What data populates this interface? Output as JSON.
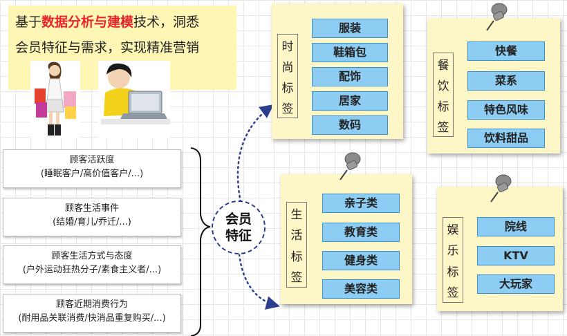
{
  "intro": {
    "line1_pre": "基于",
    "line1_highlight": "数据分析与建模",
    "line1_post": "技术，洞悉",
    "line2": "会员特征与需求，实现精准营销"
  },
  "center": {
    "line1": "会员",
    "line2": "特征"
  },
  "segments": [
    {
      "title": "顾客活跃度",
      "detail": "(睡眠客户/高价值客户/...)"
    },
    {
      "title": "顾客生活事件",
      "detail": "(结婚/育儿/乔迁/...)"
    },
    {
      "title": "顾客生活方式与态度",
      "detail": "(户外运动狂热分子/素食主义者/...)"
    },
    {
      "title": "顾客近期消费行为",
      "detail": "(耐用品关联消费/快消品重复购买/...)"
    }
  ],
  "groups": {
    "fashion": {
      "label": [
        "时",
        "尚",
        "标",
        "签"
      ],
      "tags": [
        "服装",
        "鞋箱包",
        "配饰",
        "居家",
        "数码"
      ]
    },
    "dining": {
      "label": [
        "餐",
        "饮",
        "标",
        "签"
      ],
      "tags": [
        "快餐",
        "菜系",
        "特色风味",
        "饮料甜品"
      ]
    },
    "life": {
      "label": [
        "生",
        "活",
        "标",
        "签"
      ],
      "tags": [
        "亲子类",
        "教育类",
        "健身类",
        "美容类"
      ]
    },
    "fun": {
      "label": [
        "娱",
        "乐",
        "标",
        "签"
      ],
      "tags": [
        "院线",
        "KTV",
        "大玩家"
      ]
    }
  },
  "colors": {
    "note": "#fdf6c6",
    "tag": "#8ecdf3",
    "highlight": "#e8262a",
    "intro_bg": "#fdf6b4"
  }
}
